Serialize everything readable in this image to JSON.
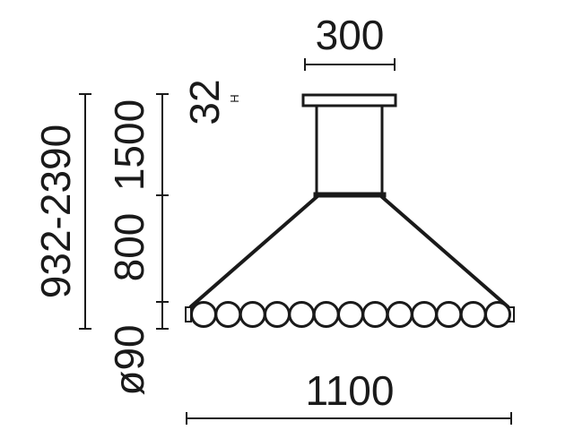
{
  "dimensions": {
    "top_width": "300",
    "canopy_height": "32",
    "canopy_height_marker": "H",
    "overall_height": "932-2390",
    "cable_length": "1500",
    "shade_height": "800",
    "sphere_diameter": "ø90",
    "bottom_width": "1100"
  },
  "colors": {
    "line": "#1a1a1a",
    "background": "#ffffff"
  }
}
